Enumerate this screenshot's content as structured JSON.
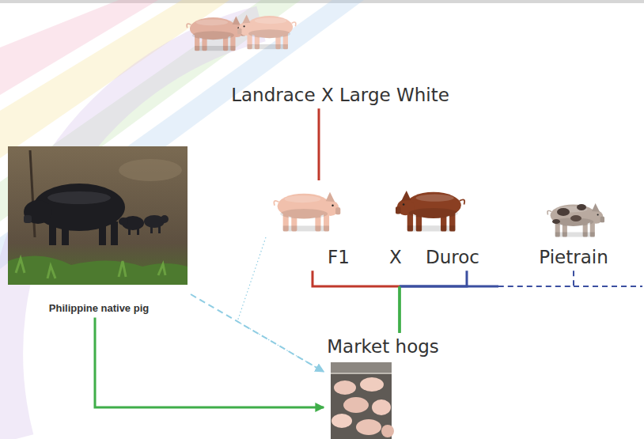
{
  "diagram": {
    "nodes": [
      {
        "text": [
          "Landrace X Large White"
        ]
      },
      {
        "text": [
          "F1"
        ]
      },
      {
        "text": [
          "Duroc"
        ]
      },
      {
        "text": [
          "Pietrain"
        ]
      },
      {
        "text": [
          "Market hogs"
        ]
      },
      {
        "text": [
          "Philippine native pig"
        ]
      }
    ],
    "edges": [
      {
        "from": 0,
        "to": 1,
        "arrow": "none"
      },
      {
        "from": 1,
        "to": 4,
        "arrow": "none"
      },
      {
        "from": 2,
        "to": 4,
        "arrow": "none"
      },
      {
        "from": 3,
        "to": 4,
        "arrow": "none"
      },
      {
        "from": 5,
        "to": 4,
        "arrow": "to"
      },
      {
        "from": 5,
        "to": 4,
        "arrow": "to"
      },
      {
        "from": 1,
        "to": 4,
        "arrow": "to"
      }
    ],
    "labels": [
      "X"
    ]
  }
}
